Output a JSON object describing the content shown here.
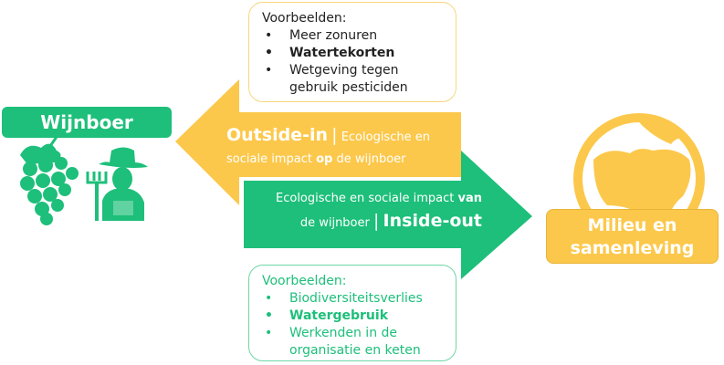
{
  "colors": {
    "green": "#1dbf7a",
    "yellow": "#fcc84b"
  },
  "top_box": {
    "title": "Voorbeelden:",
    "items": [
      {
        "text": "Meer zonuren",
        "bold": false
      },
      {
        "text": "Watertekorten",
        "bold": true
      },
      {
        "text": "Wetgeving tegen gebruik pesticiden",
        "bold": false
      }
    ]
  },
  "bottom_box": {
    "title": "Voorbeelden:",
    "items": [
      {
        "text": "Biodiversiteitsverlies",
        "bold": false
      },
      {
        "text": "Watergebruik",
        "bold": true
      },
      {
        "text": "Werkenden in de organisatie en keten",
        "bold": false
      }
    ]
  },
  "left_actor": {
    "label": "Wijnboer",
    "icons": [
      "grapes-icon",
      "farmer-icon"
    ]
  },
  "right_actor": {
    "label_line1": "Milieu en",
    "label_line2": "samenleving",
    "icon": "globe-icon"
  },
  "outside_in": {
    "title": "Outside-in",
    "sep": "|",
    "text1": "Ecologische en",
    "text2": "sociale impact",
    "bold": "op",
    "text3": "de wijnboer"
  },
  "inside_out": {
    "text1": "Ecologische en sociale impact",
    "bold": "van",
    "text2": "de wijnboer",
    "sep": "|",
    "title": "Inside-out"
  }
}
